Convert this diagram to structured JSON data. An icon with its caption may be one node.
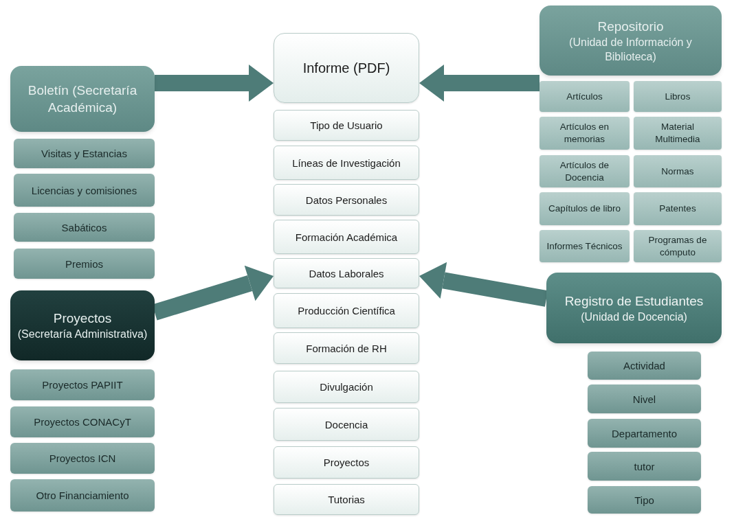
{
  "diagram": {
    "nodes": [
      {
        "text": [
          "Informe (PDF)"
        ]
      },
      {
        "text": [
          "Tipo de Usuario"
        ]
      },
      {
        "text": [
          "Líneas de Investigación"
        ]
      },
      {
        "text": [
          "Datos Personales"
        ]
      },
      {
        "text": [
          "Formación Académica"
        ]
      },
      {
        "text": [
          "Datos Laborales"
        ]
      },
      {
        "text": [
          "Producción Científica"
        ]
      },
      {
        "text": [
          "Formación de RH"
        ]
      },
      {
        "text": [
          "Divulgación"
        ]
      },
      {
        "text": [
          "Docencia"
        ]
      },
      {
        "text": [
          "Proyectos"
        ]
      },
      {
        "text": [
          "Tutorias"
        ]
      },
      {
        "text": [
          "Boletín (Secretaría Académica)"
        ]
      },
      {
        "text": [
          "Visitas y Estancias"
        ]
      },
      {
        "text": [
          "Licencias y comisiones"
        ]
      },
      {
        "text": [
          "Sabáticos"
        ]
      },
      {
        "text": [
          "Premios"
        ]
      },
      {
        "text": [
          "Proyectos",
          "(Secretaría Administrativa)"
        ]
      },
      {
        "text": [
          "Proyectos PAPIIT"
        ]
      },
      {
        "text": [
          "Proyectos CONACyT"
        ]
      },
      {
        "text": [
          "Proyectos ICN"
        ]
      },
      {
        "text": [
          "Otro Financiamiento"
        ]
      },
      {
        "text": [
          "Repositorio",
          "(Unidad de Información y Biblioteca)"
        ]
      },
      {
        "text": [
          "Artículos"
        ]
      },
      {
        "text": [
          "Libros"
        ]
      },
      {
        "text": [
          "Artículos en memorias"
        ]
      },
      {
        "text": [
          "Material Multimedia"
        ]
      },
      {
        "text": [
          "Artículos de Docencia"
        ]
      },
      {
        "text": [
          "Normas"
        ]
      },
      {
        "text": [
          "Capítulos de libro"
        ]
      },
      {
        "text": [
          "Patentes"
        ]
      },
      {
        "text": [
          "Informes Técnicos"
        ]
      },
      {
        "text": [
          "Programas de cómputo"
        ]
      },
      {
        "text": [
          "Registro de Estudiantes",
          "(Unidad de Docencia)"
        ]
      },
      {
        "text": [
          "Actividad"
        ]
      },
      {
        "text": [
          "Nivel"
        ]
      },
      {
        "text": [
          "Departamento"
        ]
      },
      {
        "text": [
          "tutor"
        ]
      },
      {
        "text": [
          "Tipo"
        ]
      }
    ],
    "edges": [
      {
        "from": 12,
        "to": 0,
        "arrow": "to"
      },
      {
        "from": 22,
        "to": 0,
        "arrow": "to"
      },
      {
        "from": 17,
        "to": 5,
        "arrow": "to"
      },
      {
        "from": 33,
        "to": 5,
        "arrow": "to"
      }
    ]
  }
}
